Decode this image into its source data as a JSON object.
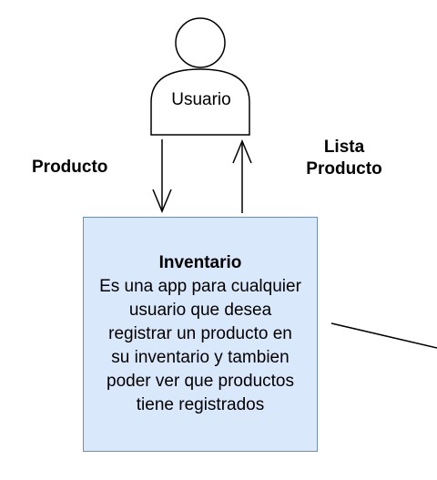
{
  "actor": {
    "label": "Usuario"
  },
  "flows": {
    "to_system_label": "Producto",
    "from_system_label_line1": "Lista",
    "from_system_label_line2": "Producto"
  },
  "system": {
    "title": "Inventario",
    "description_lines": [
      "Es una app para cualquier",
      "usuario que desea",
      "registrar un producto en",
      "su inventario y tambien",
      "poder ver que productos",
      "tiene registrados"
    ]
  },
  "colors": {
    "box_fill": "#dae8fc",
    "box_border": "#6c8ebf",
    "stroke": "#000000"
  }
}
